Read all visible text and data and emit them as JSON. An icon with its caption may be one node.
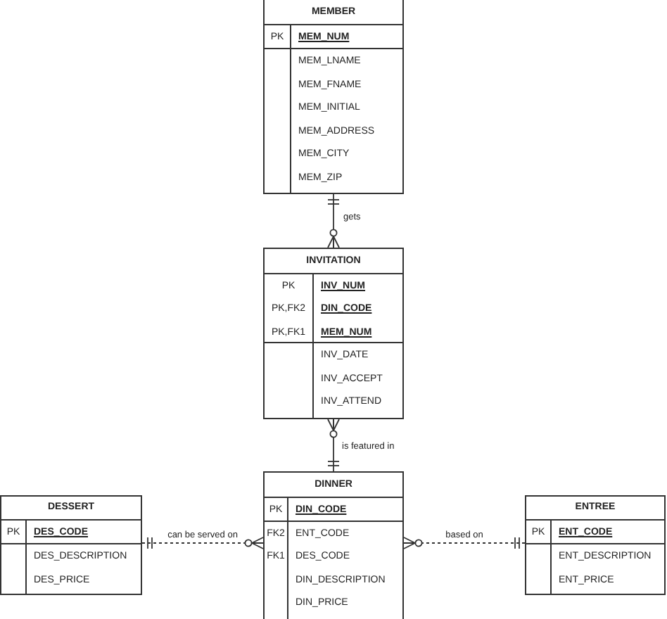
{
  "diagram": {
    "nodes": [
      {
        "text": [
          "MEMBER"
        ]
      },
      {
        "text": [
          "PK",
          "MEM_NUM"
        ],
        "in": 0
      },
      {
        "text": [
          "MEM_LNAME",
          "MEM_FNAME",
          "MEM_INITIAL",
          "MEM_ADDRESS",
          "MEM_CITY",
          "MEM_ZIP"
        ],
        "in": 0
      },
      {
        "text": [
          "INVITATION"
        ]
      },
      {
        "text": [
          "PK",
          "INV_NUM",
          "PK,FK2",
          "DIN_CODE",
          "PK,FK1",
          "MEM_NUM"
        ],
        "in": 3
      },
      {
        "text": [
          "INV_DATE",
          "INV_ACCEPT",
          "INV_ATTEND"
        ],
        "in": 3
      },
      {
        "text": [
          "DINNER"
        ]
      },
      {
        "text": [
          "PK",
          "DIN_CODE"
        ],
        "in": 6
      },
      {
        "text": [
          "FK2",
          "ENT_CODE",
          "FK1",
          "DES_CODE",
          "DIN_DESCRIPTION",
          "DIN_PRICE"
        ],
        "in": 6
      },
      {
        "text": [
          "DESSERT"
        ]
      },
      {
        "text": [
          "PK",
          "DES_CODE"
        ],
        "in": 9
      },
      {
        "text": [
          "DES_DESCRIPTION",
          "DES_PRICE"
        ],
        "in": 9
      },
      {
        "text": [
          "ENTREE"
        ]
      },
      {
        "text": [
          "PK",
          "ENT_CODE"
        ],
        "in": 12
      },
      {
        "text": [
          "ENT_DESCRIPTION",
          "ENT_PRICE"
        ],
        "in": 12
      }
    ],
    "edges": [
      {
        "from": 0,
        "to": 3,
        "arrow": "other",
        "label": "gets"
      },
      {
        "from": 6,
        "to": 3,
        "arrow": "other",
        "label": "is featured in"
      },
      {
        "from": 9,
        "to": 6,
        "arrow": "other",
        "label": "can be served on",
        "style": "dashed"
      },
      {
        "from": 12,
        "to": 6,
        "arrow": "other",
        "label": "based on",
        "style": "dashed"
      }
    ]
  }
}
